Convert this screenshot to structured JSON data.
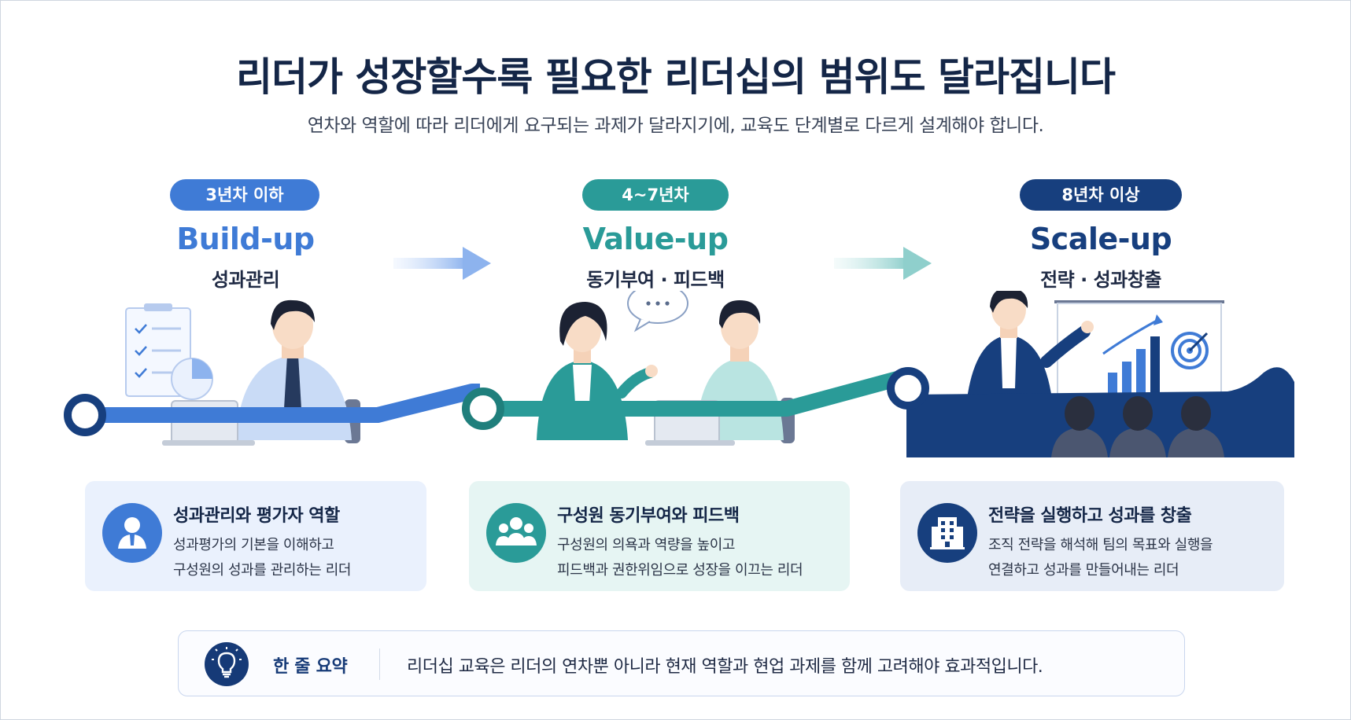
{
  "header": {
    "title": "리더가 성장할수록 필요한 리더십의 범위도 달라집니다",
    "subtitle": "연차와 역할에 따라 리더에게 요구되는 과제가 달라지기에, 교육도 단계별로 다르게 설계해야 합니다."
  },
  "stages": [
    {
      "badge": "3년차 이하",
      "name": "Build-up",
      "focus": "성과관리",
      "color": "#3f7bd6",
      "card_title": "성과관리와 평가자 역할",
      "card_line1": "성과평가의 기본을 이해하고",
      "card_line2": "구성원의 성과를 관리하는 리더",
      "icon": "person-icon"
    },
    {
      "badge": "4~7년차",
      "name": "Value-up",
      "focus": "동기부여 · 피드백",
      "color": "#2a9b98",
      "card_title": "구성원 동기부여와 피드백",
      "card_line1": "구성원의 의욕과 역량을 높이고",
      "card_line2": "피드백과 권한위임으로 성장을 이끄는 리더",
      "icon": "group-icon"
    },
    {
      "badge": "8년차 이상",
      "name": "Scale-up",
      "focus": "전략 · 성과창출",
      "color": "#173f7e",
      "card_title": "전략을 실행하고 성과를 창출",
      "card_line1": "조직 전략을 해석해 팀의 목표와 실행을",
      "card_line2": "연결하고 성과를 만들어내는 리더",
      "icon": "building-icon"
    }
  ],
  "summary": {
    "label": "한 줄 요약",
    "text": "리더십 교육은 리더의 연차뿐 아니라 현재 역할과 현업 과제를 함께 고려해야 효과적입니다.",
    "icon": "lightbulb-icon"
  }
}
